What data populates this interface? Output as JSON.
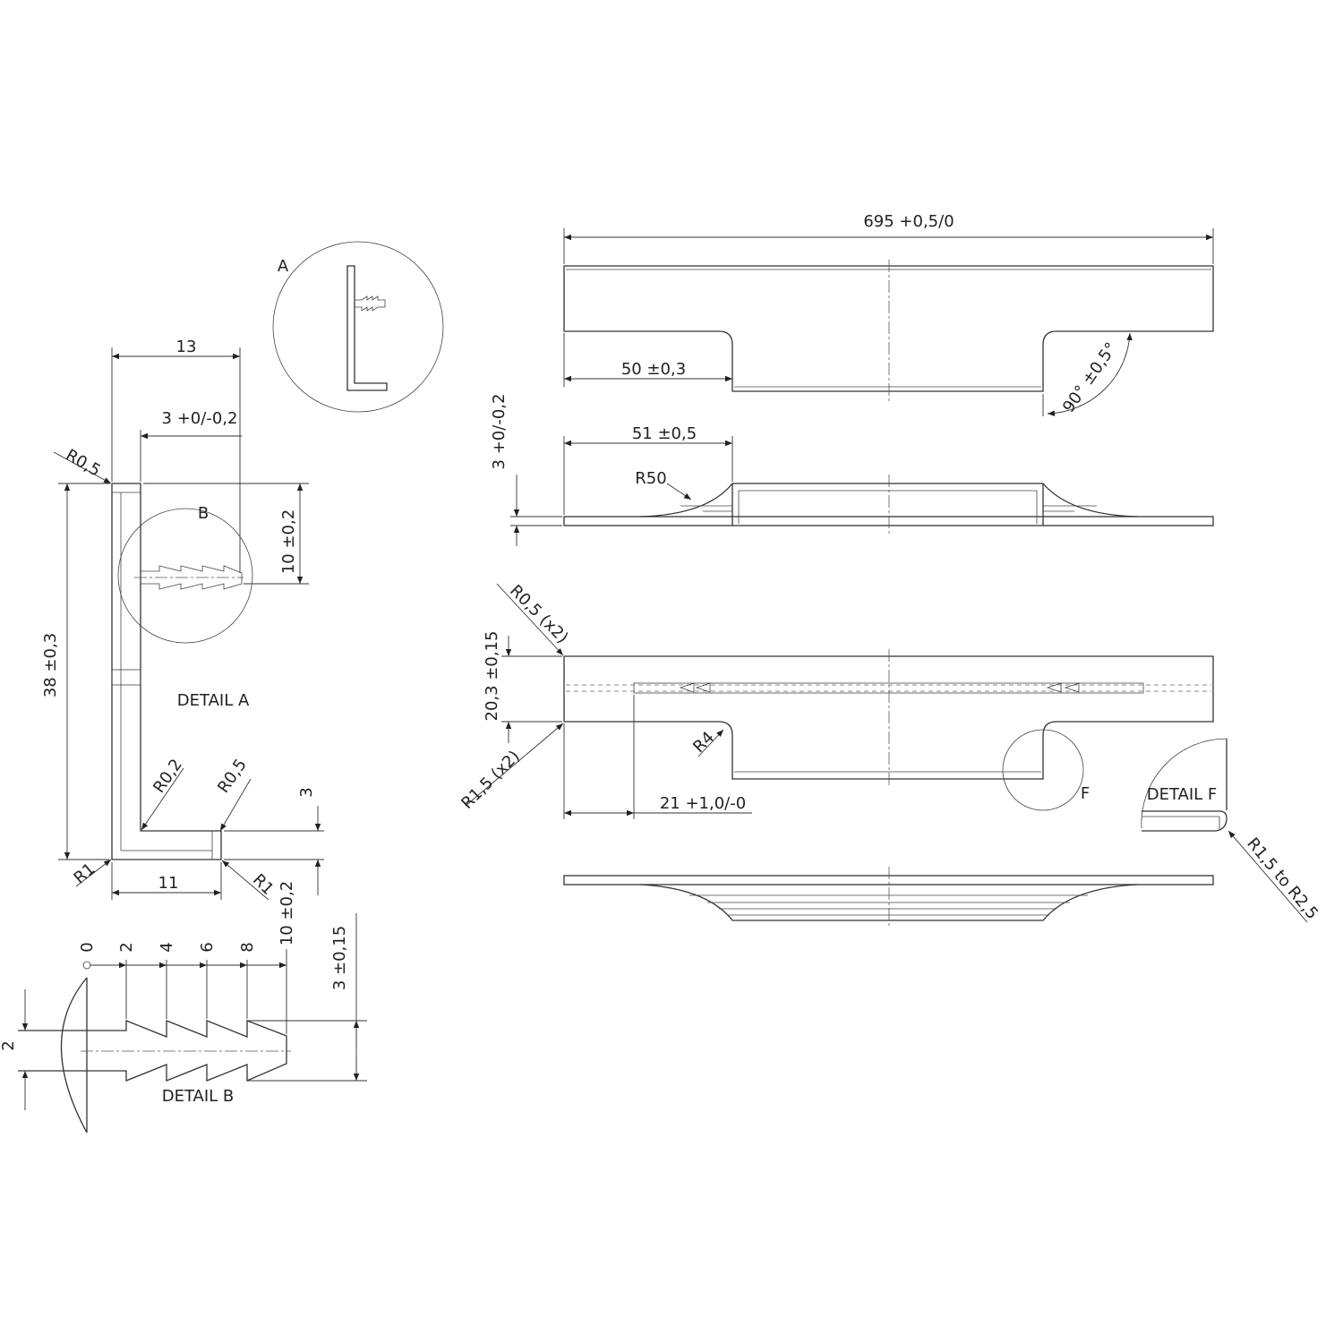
{
  "top_view": {
    "overall_length": "695 +0,5/0",
    "notch_offset": "50 ±0,3",
    "bend_angle": "90° ±0,5°"
  },
  "side_view": {
    "thickness": "3 +0/-0,2",
    "ramp_length": "51 ±0,5",
    "ramp_radius": "R50"
  },
  "plan_view": {
    "corner_radius": "R0,5 (x2)",
    "width": "20,3 ±0,15",
    "inner_radius": "R4",
    "outer_radius": "R1,5 (x2)",
    "groove_offset": "21 +1,0/-0",
    "callout_f": "F"
  },
  "detail_f": {
    "title": "DETAIL F",
    "radius": "R1,5 to R2,5"
  },
  "detail_a": {
    "callout_a": "A",
    "callout_b": "B",
    "title": "DETAIL A",
    "width": "13",
    "thickness": "3 +0/-0,2",
    "top_radius": "R0,5",
    "dowel_pos": "10 ±0,2",
    "height": "38 ±0,3",
    "inner_radius": "R0,2",
    "leg_radius": "R0,5",
    "leg_thickness": "3",
    "corner_radius_left": "R1",
    "leg_length": "11",
    "corner_radius_right": "R1"
  },
  "detail_b": {
    "title": "DETAIL B",
    "ticks": [
      "0",
      "2",
      "4",
      "6",
      "8"
    ],
    "length": "10 ±0,2",
    "diameter": "3 ±0,15",
    "shank": "2"
  }
}
